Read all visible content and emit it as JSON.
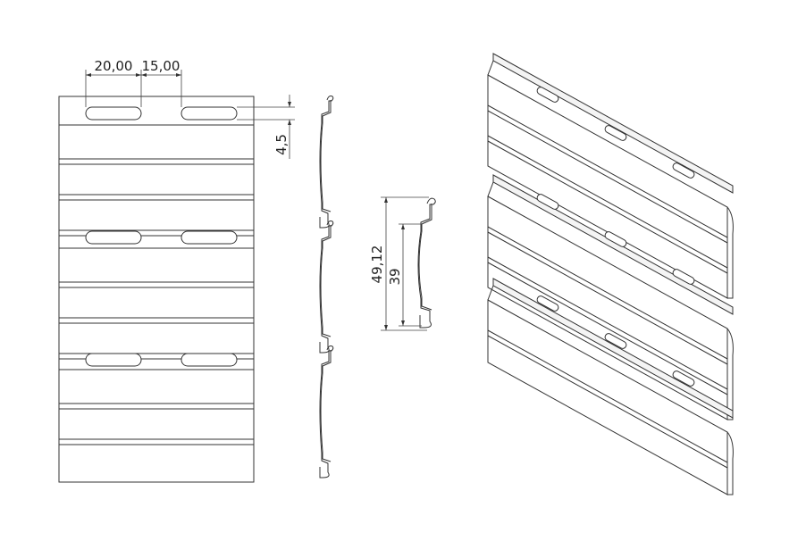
{
  "dimensions": {
    "slot_length": "20,00",
    "slot_gap": "15,00",
    "slot_height": "4,5",
    "overall_height": "49,12",
    "visible_height": "39"
  }
}
